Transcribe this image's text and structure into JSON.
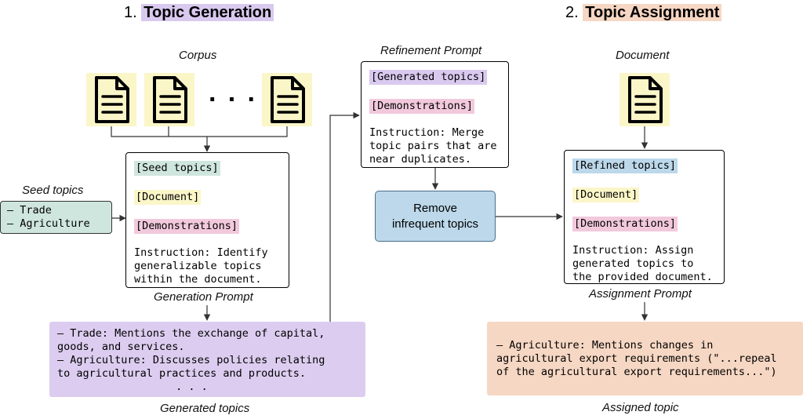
{
  "headings": {
    "topic_generation": {
      "number": "1.",
      "title": "Topic Generation",
      "color": "#d9c9ef"
    },
    "topic_assignment": {
      "number": "2.",
      "title": "Topic Assignment",
      "color": "#f6d7c3"
    }
  },
  "captions": {
    "corpus": "Corpus",
    "seed_topics": "Seed topics",
    "generation_prompt": "Generation Prompt",
    "generated_topics": "Generated topics",
    "refinement_prompt": "Refinement Prompt",
    "document": "Document",
    "assignment_prompt": "Assignment Prompt",
    "assigned_topic": "Assigned topic"
  },
  "corpus_ellipsis": "· · ·",
  "icons": {
    "document": "document-icon"
  },
  "seed_topics_box": {
    "items": [
      "– Trade",
      "– Agriculture"
    ],
    "color": "#cfe6de"
  },
  "generation_prompt_box": {
    "tags": [
      {
        "label": "[Seed topics]",
        "color": "#cfe6de"
      },
      {
        "label": "[Document]",
        "color": "#fbf6c8"
      },
      {
        "label": "[Demonstrations]",
        "color": "#f2c9dc"
      }
    ],
    "instruction": [
      "Instruction: Identify",
      "generalizable topics",
      "within the document."
    ]
  },
  "generated_topics_box": {
    "lines": [
      "– Trade: Mentions the exchange of capital,",
      "goods, and services.",
      "– Agriculture: Discusses policies relating",
      "to agricultural practices and products."
    ],
    "ellipsis": ". . .",
    "color": "#dccdf0"
  },
  "refinement_prompt_box": {
    "tags": [
      {
        "label": "[Generated topics]",
        "color": "#d9c9ef"
      },
      {
        "label": "[Demonstrations]",
        "color": "#f2c9dc"
      }
    ],
    "instruction": [
      "Instruction: Merge",
      "topic pairs that are",
      "near duplicates."
    ]
  },
  "remove_box": {
    "lines": [
      "Remove",
      "infrequent topics"
    ],
    "color": "#bcd8ea"
  },
  "assignment_prompt_box": {
    "tags": [
      {
        "label": "[Refined topics]",
        "color": "#bcd8ea"
      },
      {
        "label": "[Document]",
        "color": "#fbf6c8"
      },
      {
        "label": "[Demonstrations]",
        "color": "#f2c9dc"
      }
    ],
    "instruction": [
      "Instruction: Assign",
      "generated topics to",
      "the provided document."
    ]
  },
  "assigned_topic_box": {
    "lines": [
      "– Agriculture: Mentions changes in",
      "agricultural export requirements (\"...repeal",
      "of the agricultural export requirements...\")"
    ],
    "color": "#f6d7c3"
  }
}
